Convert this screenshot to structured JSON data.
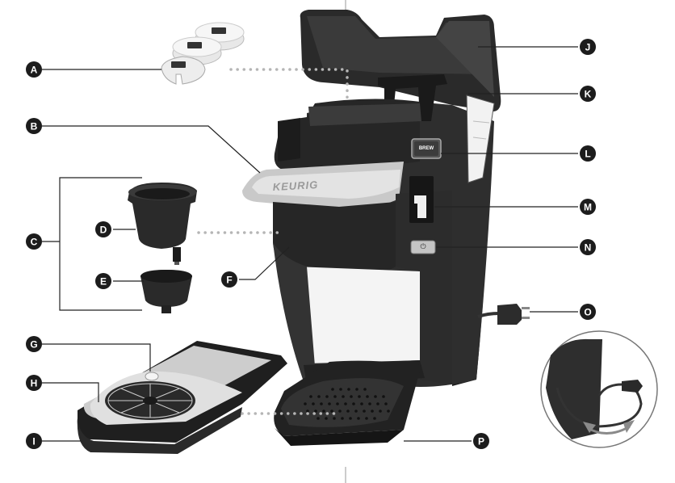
{
  "labels": [
    "A",
    "B",
    "C",
    "D",
    "E",
    "F",
    "G",
    "H",
    "I",
    "J",
    "K",
    "L",
    "M",
    "N",
    "O",
    "P"
  ],
  "brand": "KEURIG",
  "brew_button": "BREW",
  "power_symbol": "⏻",
  "colors": {
    "body": "#2e2e2e",
    "body_light": "#4a4a4a",
    "chrome": "#c9c9c9",
    "window": "#f4f4f4",
    "label_circle": "#1c1c1c",
    "dotted_guide": "#b5b5b5"
  },
  "icons": [
    "cup-icon",
    "power-icon",
    "rotation-arrow-icon"
  ]
}
